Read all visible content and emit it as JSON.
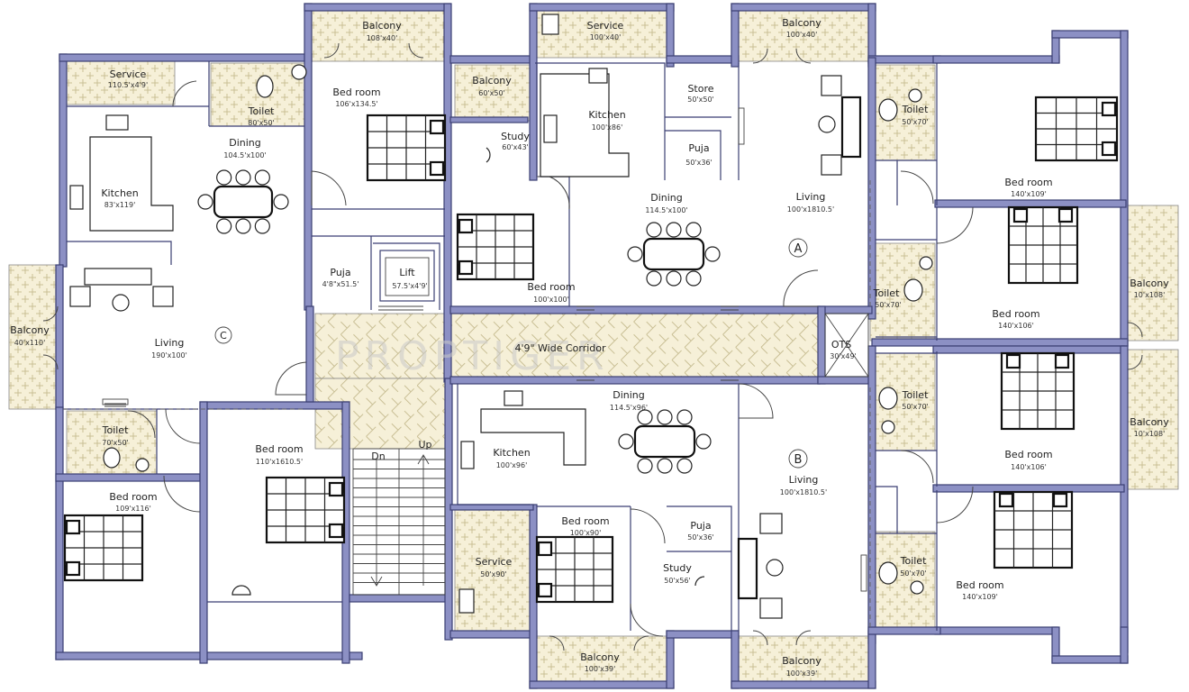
{
  "watermark": "PROPTIGER",
  "corridor": {
    "label": "4'9\" Wide Corridor"
  },
  "stairs": {
    "down": "Dn",
    "up": "Up"
  },
  "ots": {
    "label": "OTS",
    "dim": "30'x49'"
  },
  "lift": {
    "label": "Lift",
    "dim": "57.5'x4'9'"
  },
  "puja_core": {
    "label": "Puja",
    "dim": "4'8\"x51.5'"
  },
  "unit_c": {
    "marker": "C",
    "service": {
      "label": "Service",
      "dim": "110.5'x4'9'"
    },
    "toilet_top": {
      "label": "Toilet",
      "dim": "80'x50'"
    },
    "dining": {
      "label": "Dining",
      "dim": "104.5'x100'"
    },
    "kitchen": {
      "label": "Kitchen",
      "dim": "83'x119'"
    },
    "balcony_top": {
      "label": "Balcony",
      "dim": "108'x40'"
    },
    "bedroom_top": {
      "label": "Bed room",
      "dim": "106'x134.5'"
    },
    "living": {
      "label": "Living",
      "dim": "190'x100'"
    },
    "balcony_left": {
      "label": "Balcony",
      "dim": "40'x110'"
    },
    "toilet_bottom": {
      "label": "Toilet",
      "dim": "70'x50'"
    },
    "bedroom_bl": {
      "label": "Bed room",
      "dim": "109'x116'"
    },
    "bedroom_bc": {
      "label": "Bed room",
      "dim": "110'x1610.5'"
    }
  },
  "unit_a": {
    "marker": "A",
    "service": {
      "label": "Service",
      "dim": "100'x40'"
    },
    "balcony_top": {
      "label": "Balcony",
      "dim": "100'x40'"
    },
    "balcony_left": {
      "label": "Balcony",
      "dim": "60'x50'"
    },
    "study": {
      "label": "Study",
      "dim": "60'x43'"
    },
    "kitchen": {
      "label": "Kitchen",
      "dim": "100'x86'"
    },
    "store": {
      "label": "Store",
      "dim": "50'x50'"
    },
    "puja": {
      "label": "Puja",
      "dim": "50'x36'"
    },
    "dining": {
      "label": "Dining",
      "dim": "114.5'x100'"
    },
    "living": {
      "label": "Living",
      "dim": "100'x1810.5'"
    },
    "bedroom": {
      "label": "Bed room",
      "dim": "100'x100'"
    },
    "toilet_a": {
      "label": "Toilet",
      "dim": "50'x70'"
    },
    "bedroom_ra": {
      "label": "Bed room",
      "dim": "140'x109'"
    },
    "toilet_b": {
      "label": "Toilet",
      "dim": "50'x70'"
    },
    "bedroom_rb": {
      "label": "Bed room",
      "dim": "140'x106'"
    },
    "balcony_right": {
      "label": "Balcony",
      "dim": "10'x108'"
    }
  },
  "unit_b": {
    "marker": "B",
    "dining": {
      "label": "Dining",
      "dim": "114.5'x96'"
    },
    "kitchen": {
      "label": "Kitchen",
      "dim": "100'x96'"
    },
    "living": {
      "label": "Living",
      "dim": "100'x1810.5'"
    },
    "service": {
      "label": "Service",
      "dim": "50'x90'"
    },
    "bedroom": {
      "label": "Bed room",
      "dim": "100'x90'"
    },
    "puja": {
      "label": "Puja",
      "dim": "50'x36'"
    },
    "study": {
      "label": "Study",
      "dim": "50'x56'"
    },
    "balcony_b1": {
      "label": "Balcony",
      "dim": "100'x39'"
    },
    "balcony_b2": {
      "label": "Balcony",
      "dim": "100'x39'"
    },
    "toilet_a": {
      "label": "Toilet",
      "dim": "50'x70'"
    },
    "bedroom_ra": {
      "label": "Bed room",
      "dim": "140'x106'"
    },
    "toilet_b": {
      "label": "Toilet",
      "dim": "50'x70'"
    },
    "bedroom_rb": {
      "label": "Bed room",
      "dim": "140'x109'"
    },
    "balcony_right": {
      "label": "Balcony",
      "dim": "10'x108'"
    }
  }
}
